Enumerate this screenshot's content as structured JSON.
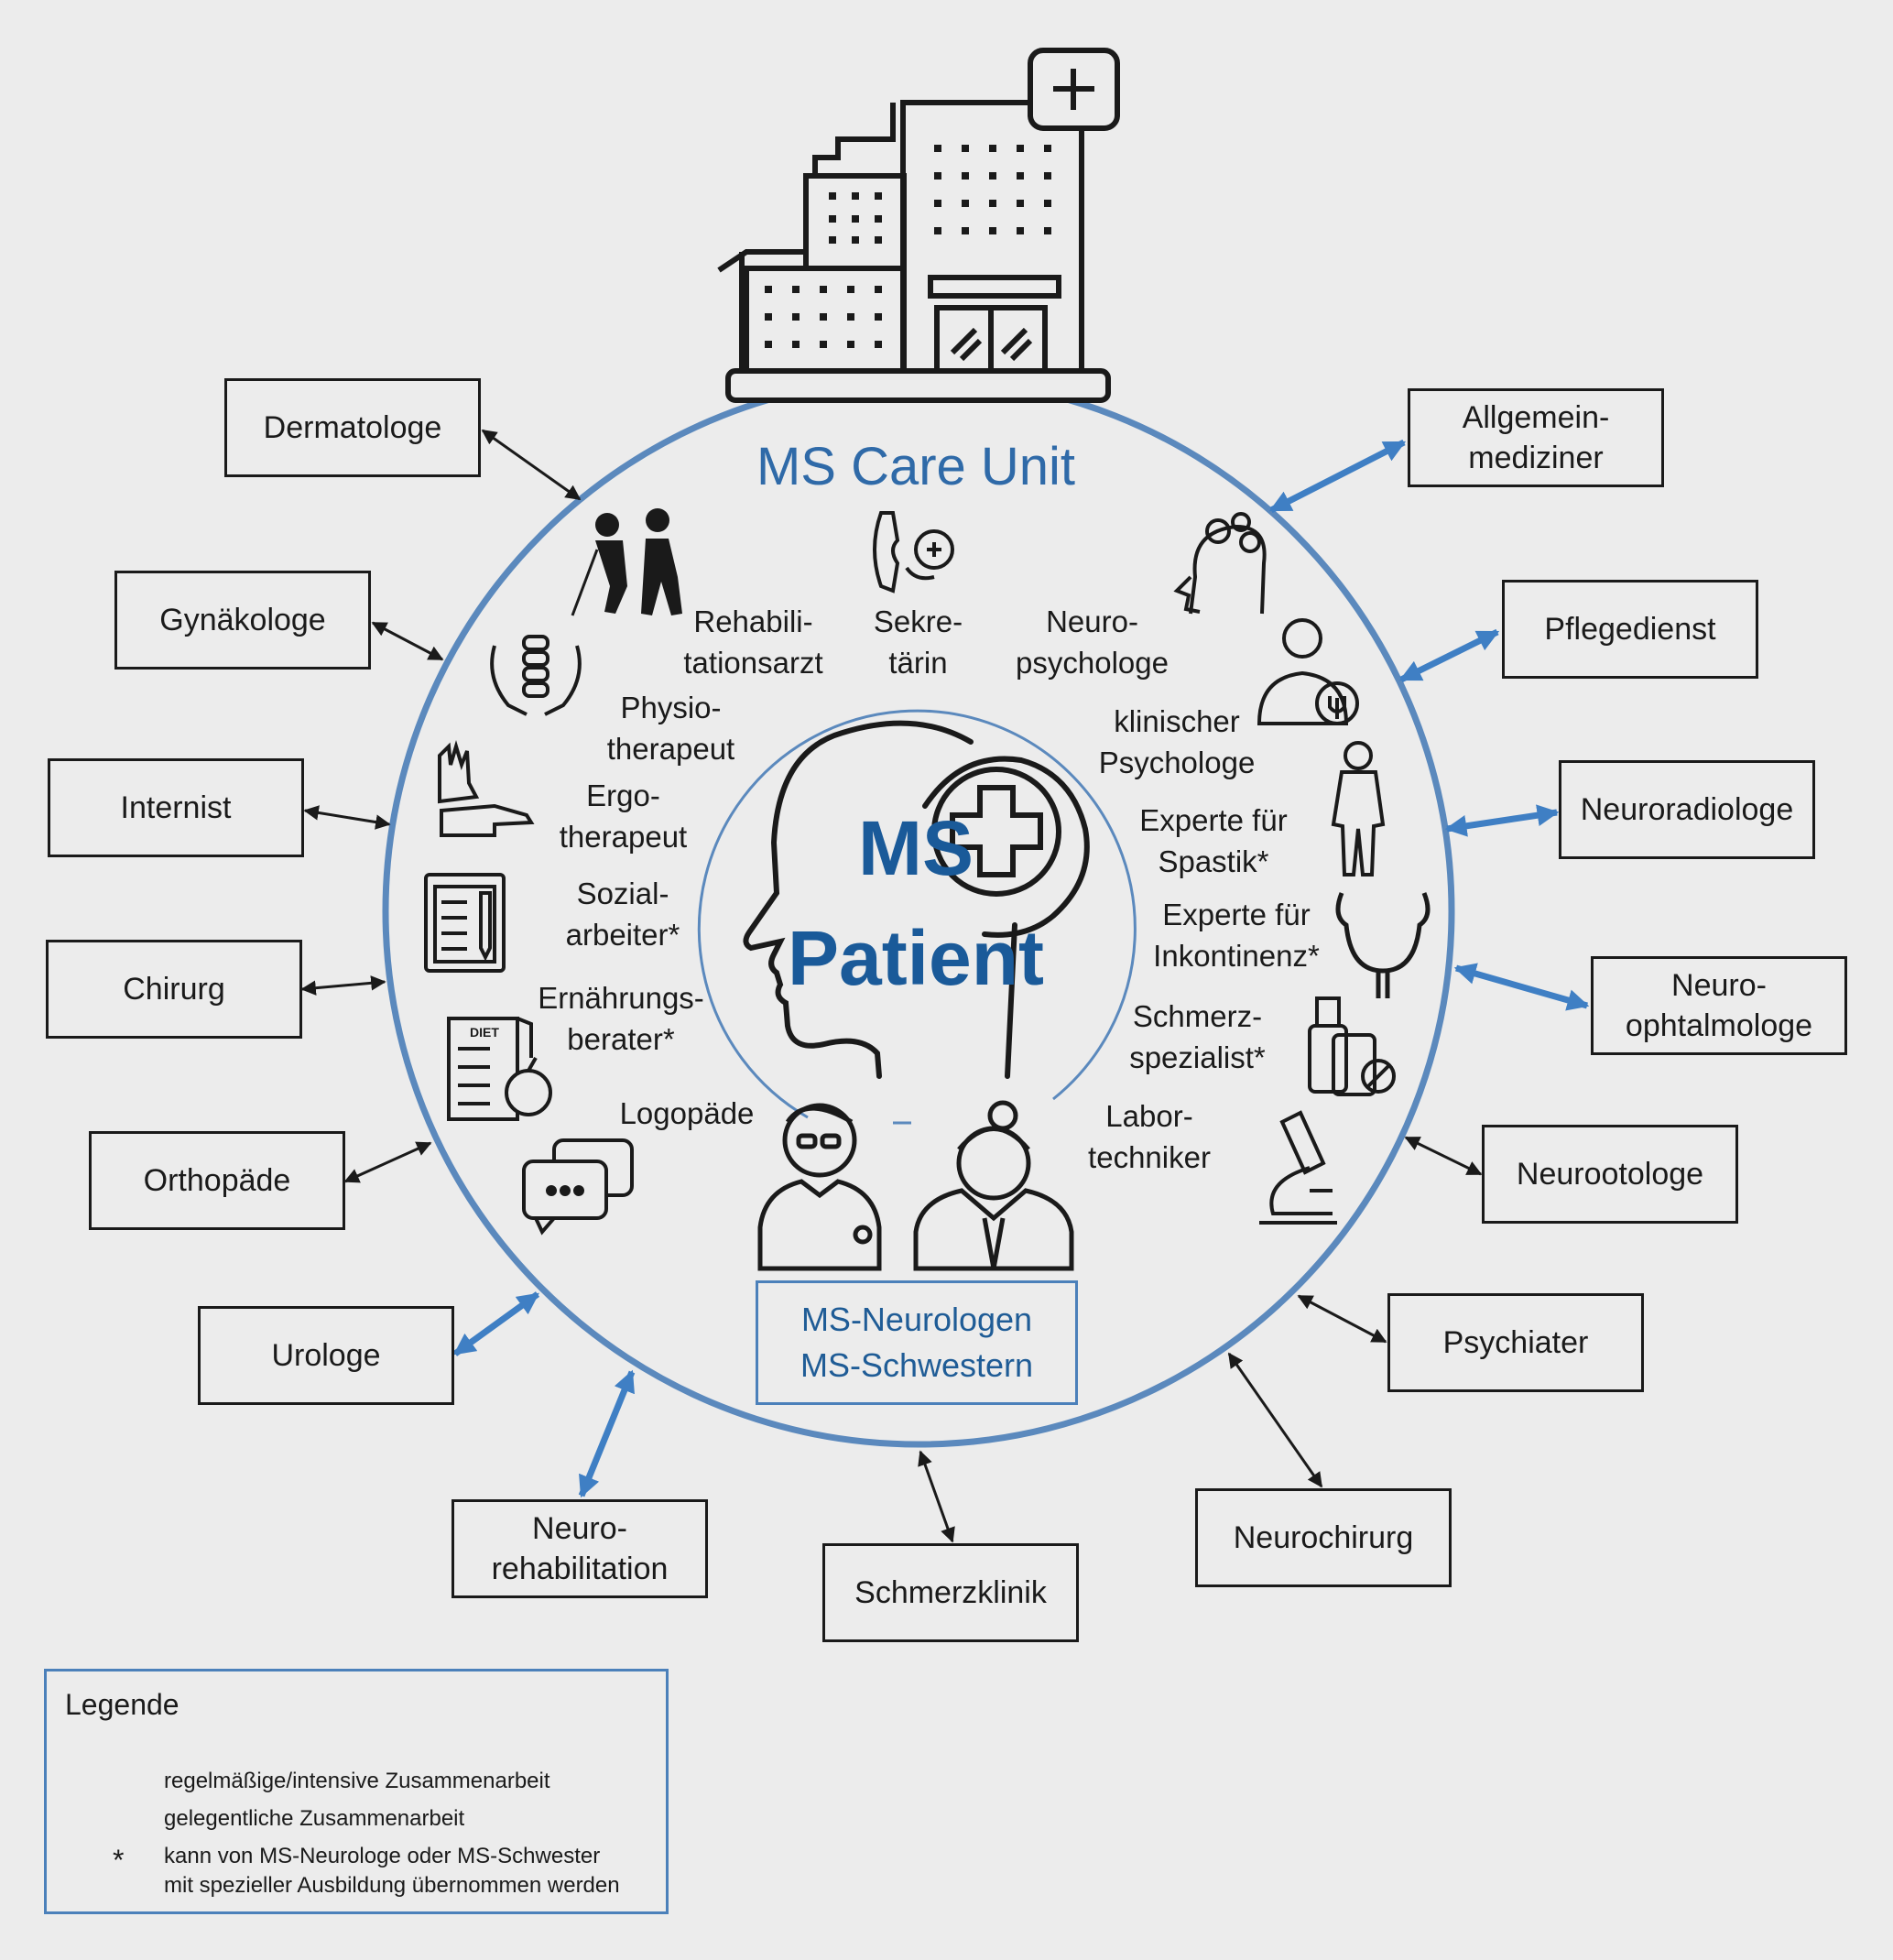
{
  "title": "MS Care Unit",
  "center": {
    "line1": "MS",
    "line2": "Patient"
  },
  "core_team": {
    "line1": "MS-Neurologen",
    "line2": "MS-Schwestern"
  },
  "inner_roles": [
    {
      "id": "rehab",
      "label": "Rehabili-\ntationsarzt",
      "icon": "walking-assist-icon"
    },
    {
      "id": "sekretaerin",
      "label": "Sekre-\ntärin",
      "icon": "phone-icon"
    },
    {
      "id": "neuropsych",
      "label": "Neuro-\npsychologe",
      "icon": "brain-gears-icon"
    },
    {
      "id": "physio",
      "label": "Physio-\ntherapeut",
      "icon": "hands-spine-icon"
    },
    {
      "id": "klinpsych",
      "label": "klinischer\nPsychologe",
      "icon": "psychologist-icon"
    },
    {
      "id": "ergo",
      "label": "Ergo-\ntherapeut",
      "icon": "hands-icon"
    },
    {
      "id": "spastik",
      "label": "Experte für\nSpastik*",
      "icon": "body-icon"
    },
    {
      "id": "sozial",
      "label": "Sozial-\narbeiter*",
      "icon": "clipboard-icon"
    },
    {
      "id": "inkontinenz",
      "label": "Experte für\nInkontinenz*",
      "icon": "bladder-icon"
    },
    {
      "id": "ernaehrung",
      "label": "Ernährungs-\nberater*",
      "icon": "diet-icon",
      "icon_text": "DIET"
    },
    {
      "id": "schmerz",
      "label": "Schmerz-\nspezialist*",
      "icon": "pills-icon"
    },
    {
      "id": "logo",
      "label": "Logopäde",
      "icon": "speech-bubbles-icon"
    },
    {
      "id": "labor",
      "label": "Labor-\ntechniker",
      "icon": "microscope-icon"
    }
  ],
  "specialists": [
    {
      "id": "dermatologe",
      "label": "Dermatologe",
      "link": "occasional"
    },
    {
      "id": "gynaekologe",
      "label": "Gynäkologe",
      "link": "occasional"
    },
    {
      "id": "internist",
      "label": "Internist",
      "link": "occasional"
    },
    {
      "id": "chirurg",
      "label": "Chirurg",
      "link": "occasional"
    },
    {
      "id": "orthopaede",
      "label": "Orthopäde",
      "link": "occasional"
    },
    {
      "id": "urologe",
      "label": "Urologe",
      "link": "regular"
    },
    {
      "id": "neurorehab",
      "label": "Neuro-\nrehabilitation",
      "link": "regular"
    },
    {
      "id": "schmerzklinik",
      "label": "Schmerzklinik",
      "link": "occasional"
    },
    {
      "id": "neurochirurg",
      "label": "Neurochirurg",
      "link": "occasional"
    },
    {
      "id": "psychiater",
      "label": "Psychiater",
      "link": "occasional"
    },
    {
      "id": "neurootologe",
      "label": "Neurootologe",
      "link": "occasional"
    },
    {
      "id": "neuroophtal",
      "label": "Neuro-\nophtalmologe",
      "link": "regular"
    },
    {
      "id": "neuroradiologe",
      "label": "Neuroradiologe",
      "link": "regular"
    },
    {
      "id": "pflegedienst",
      "label": "Pflegedienst",
      "link": "regular"
    },
    {
      "id": "allgemein",
      "label": "Allgemein-\nmediziner",
      "link": "regular"
    }
  ],
  "legend": {
    "title": "Legende",
    "regular": "regelmäßige/intensive Zusammenarbeit",
    "occasional": "gelegentliche Zusammenarbeit",
    "star": "*",
    "note1": "kann von MS-Neurologe oder MS-Schwester",
    "note2": "mit spezieller Ausbildung übernommen werden"
  },
  "colors": {
    "regular": "#3f7fc4",
    "occasional": "#1a1a1a",
    "circle": "#5b89bd",
    "accent": "#1a5a99"
  }
}
